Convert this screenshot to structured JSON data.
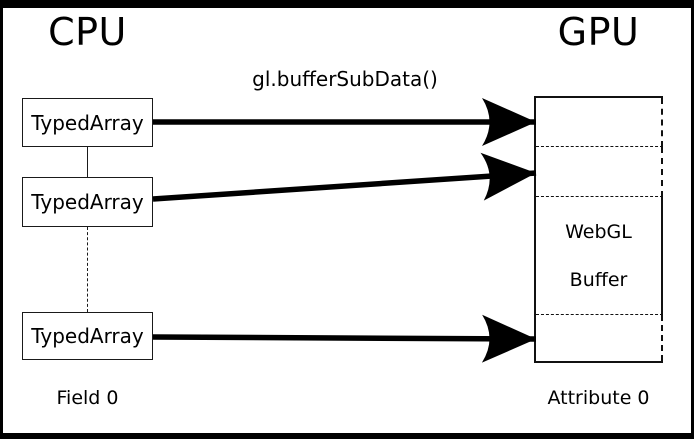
{
  "diagram": {
    "cpu_title": "CPU",
    "gpu_title": "GPU",
    "api_label": "gl.bufferSubData()",
    "typed_arrays": [
      {
        "label": "TypedArray"
      },
      {
        "label": "TypedArray"
      },
      {
        "label": "TypedArray"
      }
    ],
    "buffer": {
      "line1": "WebGL",
      "line2": "Buffer"
    },
    "field_label": "Field 0",
    "attribute_label": "Attribute 0",
    "colors": {
      "ink": "#000000",
      "background": "#ffffff"
    }
  }
}
